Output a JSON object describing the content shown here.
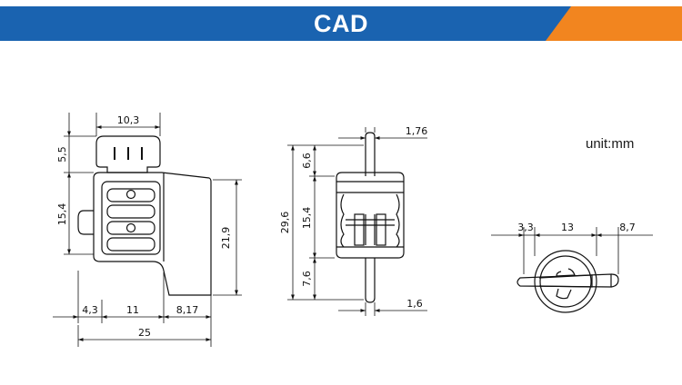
{
  "banner": {
    "title": "CAD",
    "primary_color": "#1a63b0",
    "accent_color": "#f2851f"
  },
  "unit_label": "unit:mm",
  "views": {
    "side": {
      "dims": {
        "d1": "10,3",
        "d2": "5,5",
        "d3": "15,4",
        "d4": "21,9",
        "d5": "4,3",
        "d6": "11",
        "d7": "8,17",
        "d8": "25"
      }
    },
    "front": {
      "dims": {
        "d1": "1,76",
        "d2": "6,6",
        "d3": "29,6",
        "d4": "15,4",
        "d5": "7,6",
        "d6": "1,6"
      }
    },
    "top": {
      "dims": {
        "d1": "3,3",
        "d2": "13",
        "d3": "8,7"
      }
    }
  }
}
